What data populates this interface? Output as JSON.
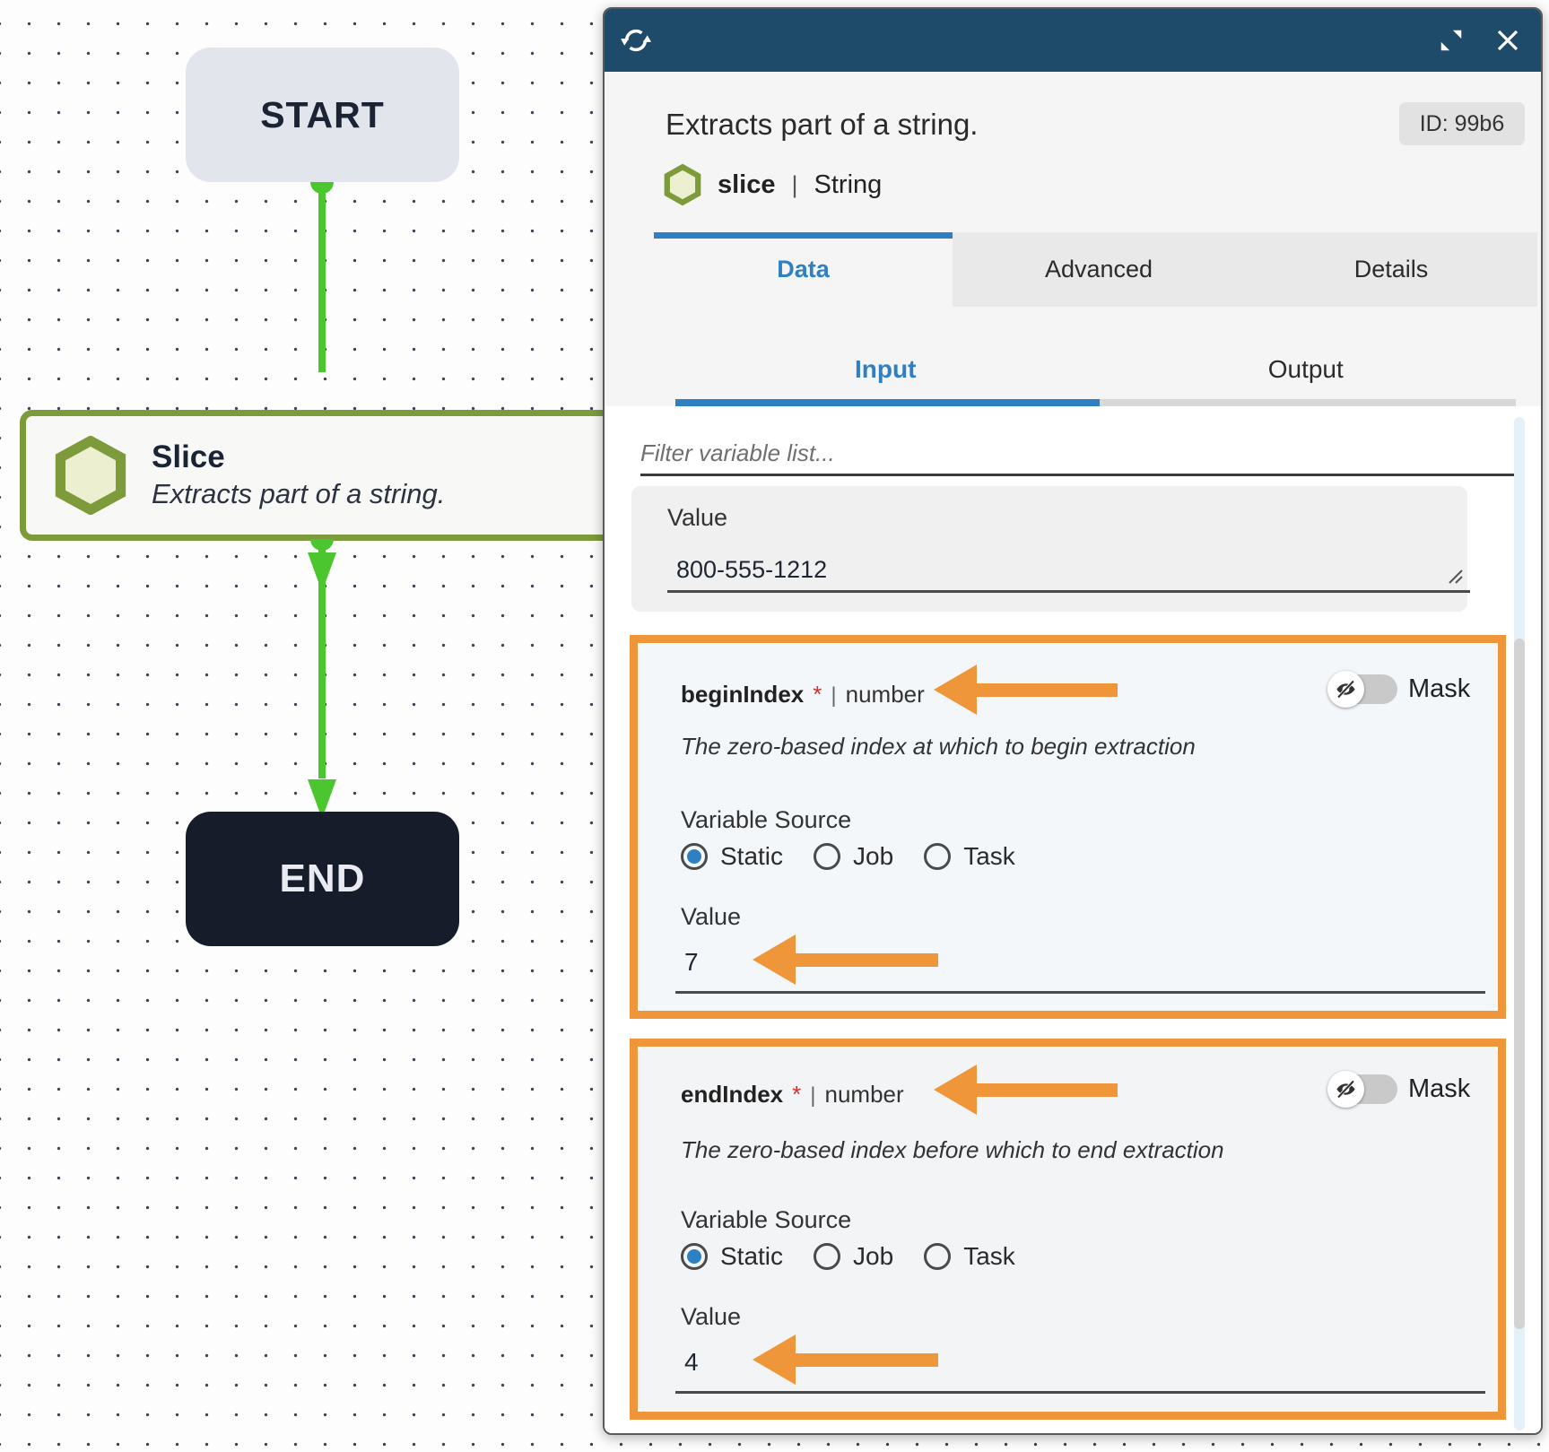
{
  "canvas": {
    "start_label": "START",
    "end_label": "END",
    "node": {
      "title": "Slice",
      "subtitle": "Extracts part of a string."
    }
  },
  "panel": {
    "title": "Extracts part of a string.",
    "id_badge": "ID: 99b6",
    "node_name": "slice",
    "separator": "|",
    "node_type": "String",
    "tabs": [
      {
        "label": "Data"
      },
      {
        "label": "Advanced"
      },
      {
        "label": "Details"
      }
    ],
    "subtabs": [
      {
        "label": "Input"
      },
      {
        "label": "Output"
      }
    ],
    "filter_placeholder": "Filter variable list...",
    "value_field": {
      "label": "Value",
      "value": "800-555-1212"
    },
    "mask_label": "Mask",
    "source_label": "Variable Source",
    "value_label": "Value",
    "sections": [
      {
        "name": "beginIndex",
        "required_marker": "*",
        "separator": "|",
        "type": "number",
        "description": "The zero-based index at which to begin extraction",
        "options": [
          {
            "label": "Static",
            "selected": true
          },
          {
            "label": "Job",
            "selected": false
          },
          {
            "label": "Task",
            "selected": false
          }
        ],
        "value": "7"
      },
      {
        "name": "endIndex",
        "required_marker": "*",
        "separator": "|",
        "type": "number",
        "description": "The zero-based index before which to end extraction",
        "options": [
          {
            "label": "Static",
            "selected": true
          },
          {
            "label": "Job",
            "selected": false
          },
          {
            "label": "Task",
            "selected": false
          }
        ],
        "value": "4"
      }
    ],
    "colors": {
      "header_navy": "#1d4b69",
      "accent_blue": "#2e80c3",
      "annotation_orange": "#f0963a",
      "connector_green": "#4cc62f",
      "node_olive": "#7d9b3a"
    }
  }
}
